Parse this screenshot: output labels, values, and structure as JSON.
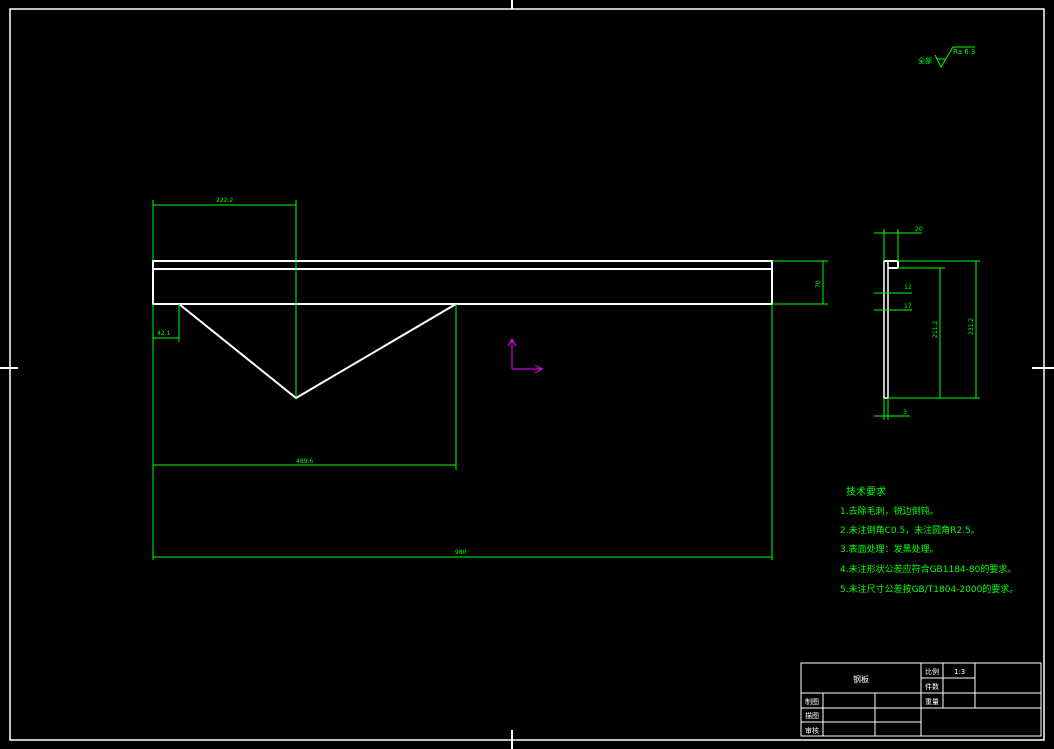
{
  "colors": {
    "background": "#000000",
    "outline": "#ffffff",
    "dimension": "#00ff00",
    "axis": "#ff00ff"
  },
  "surface_finish": {
    "prefix": "全部",
    "value": "Ra 6.3"
  },
  "front_view": {
    "dim_top_width": "222.2",
    "dim_left_offset": "42.1",
    "dim_bottom_partial": "489.6",
    "dim_overall_length": "980",
    "dim_height": "70"
  },
  "side_view": {
    "dim_top": "20",
    "dim_upper_gap": "12",
    "dim_lower_gap": "17",
    "dim_inner_height": "211.2",
    "dim_total_height": "231.2",
    "dim_bottom_thickness": "3"
  },
  "technical_requirements": {
    "title": "技术要求",
    "items": [
      "1.去除毛刺，锐边倒钝。",
      "2.未注倒角C0.5，未注圆角R2.5。",
      "3.表面处理：发黑处理。",
      "4.未注形状公差应符合GB1184-80的要求。",
      "5.未注尺寸公差按GB/T1804-2000的要求。"
    ]
  },
  "title_block": {
    "part_name": "钢板",
    "label_scale": "比例",
    "scale_value": "1:3",
    "label_pieces": "件数",
    "label_weight": "重量",
    "label_drawn": "制图",
    "label_checked": "描图",
    "label_reviewed": "审核"
  }
}
